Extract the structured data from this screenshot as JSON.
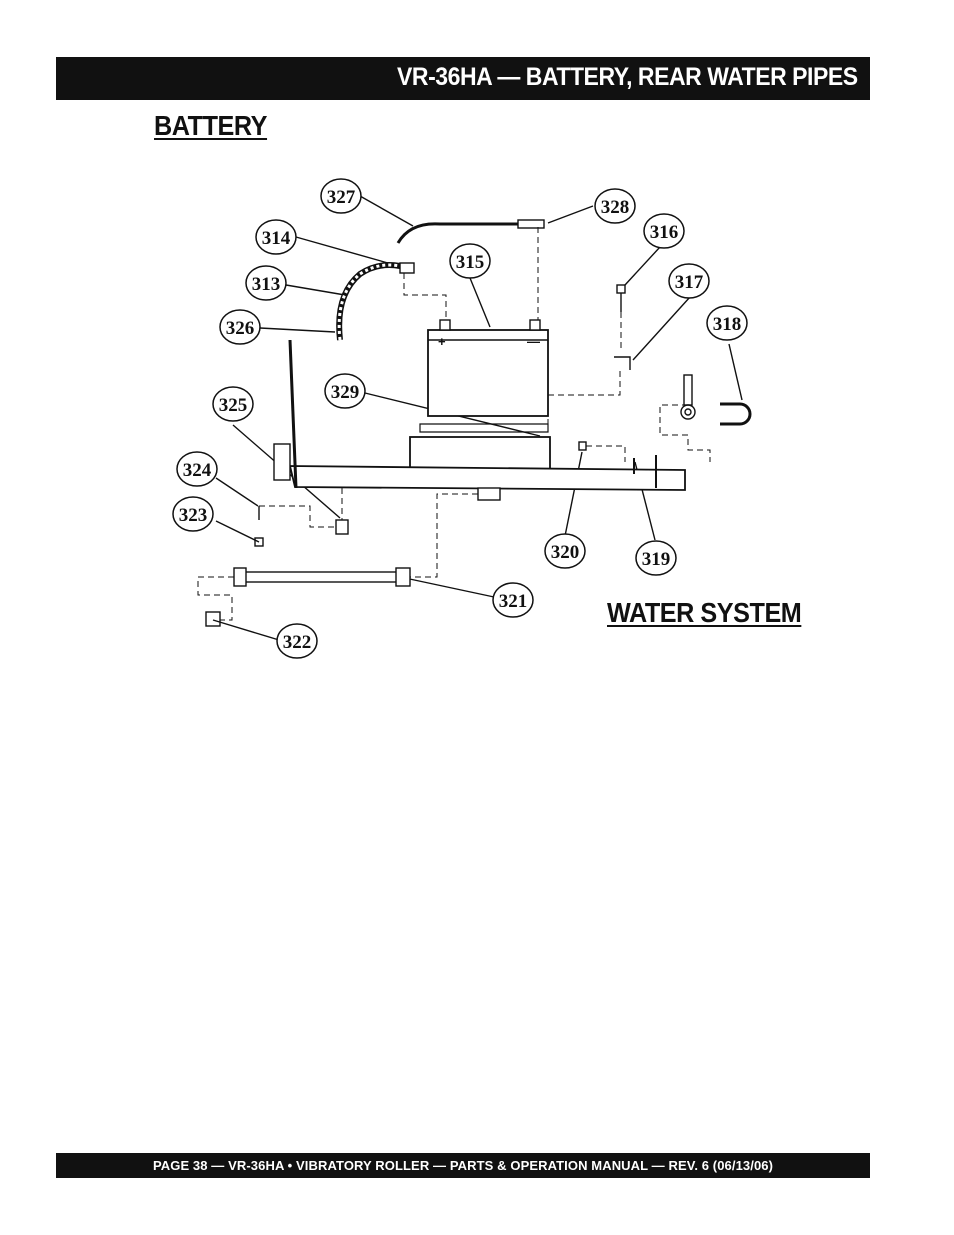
{
  "header": {
    "title": "VR-36HA — BATTERY, REAR WATER PIPES"
  },
  "sections": {
    "battery": "BATTERY",
    "water_system": "WATER SYSTEM"
  },
  "callouts": {
    "c327": "327",
    "c328": "328",
    "c314": "314",
    "c316": "316",
    "c315": "315",
    "c313": "313",
    "c317": "317",
    "c326": "326",
    "c318": "318",
    "c329": "329",
    "c325": "325",
    "c324": "324",
    "c323": "323",
    "c320": "320",
    "c319": "319",
    "c321": "321",
    "c322": "322"
  },
  "battery_terminals": {
    "positive": "+",
    "negative": "—"
  },
  "footer": {
    "text": "PAGE 38 — VR-36HA • VIBRATORY ROLLER — PARTS & OPERATION MANUAL — REV. 6 (06/13/06)"
  }
}
